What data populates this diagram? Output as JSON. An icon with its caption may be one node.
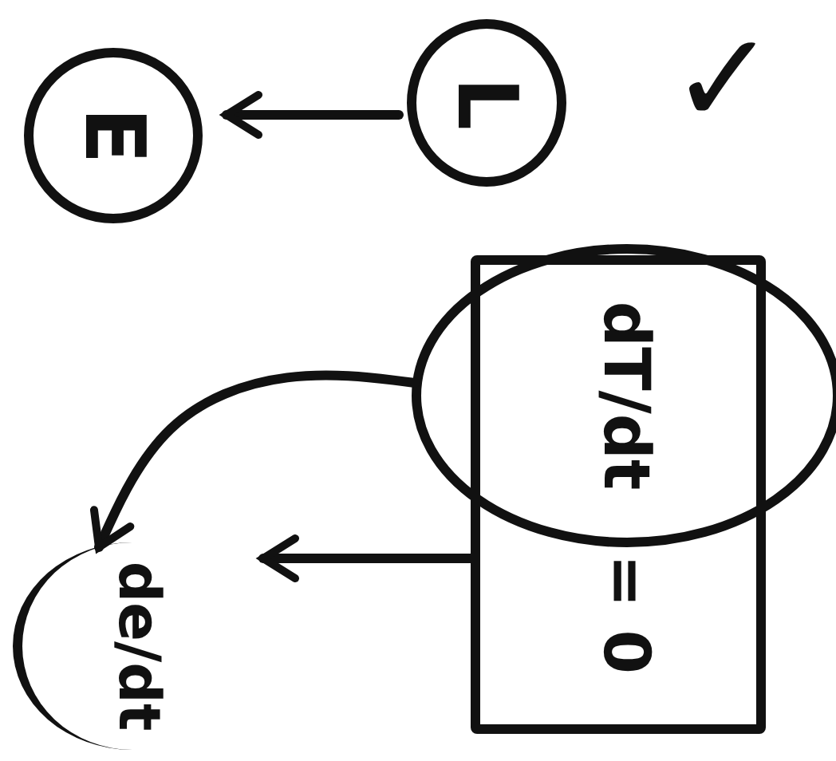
{
  "diagram": {
    "nodes": [
      {
        "text": [
          "E"
        ]
      },
      {
        "text": [
          "L"
        ]
      },
      {
        "text": [
          "dT/dt",
          "= 0"
        ]
      },
      {
        "text": [
          "de/dt"
        ]
      }
    ],
    "edges": [
      {
        "from": 1,
        "to": 0,
        "arrow": "to"
      },
      {
        "from": 2,
        "to": 3,
        "arrow": "to"
      },
      {
        "from": 2,
        "to": 3,
        "arrow": "to"
      }
    ],
    "labels": [
      "✓"
    ]
  }
}
